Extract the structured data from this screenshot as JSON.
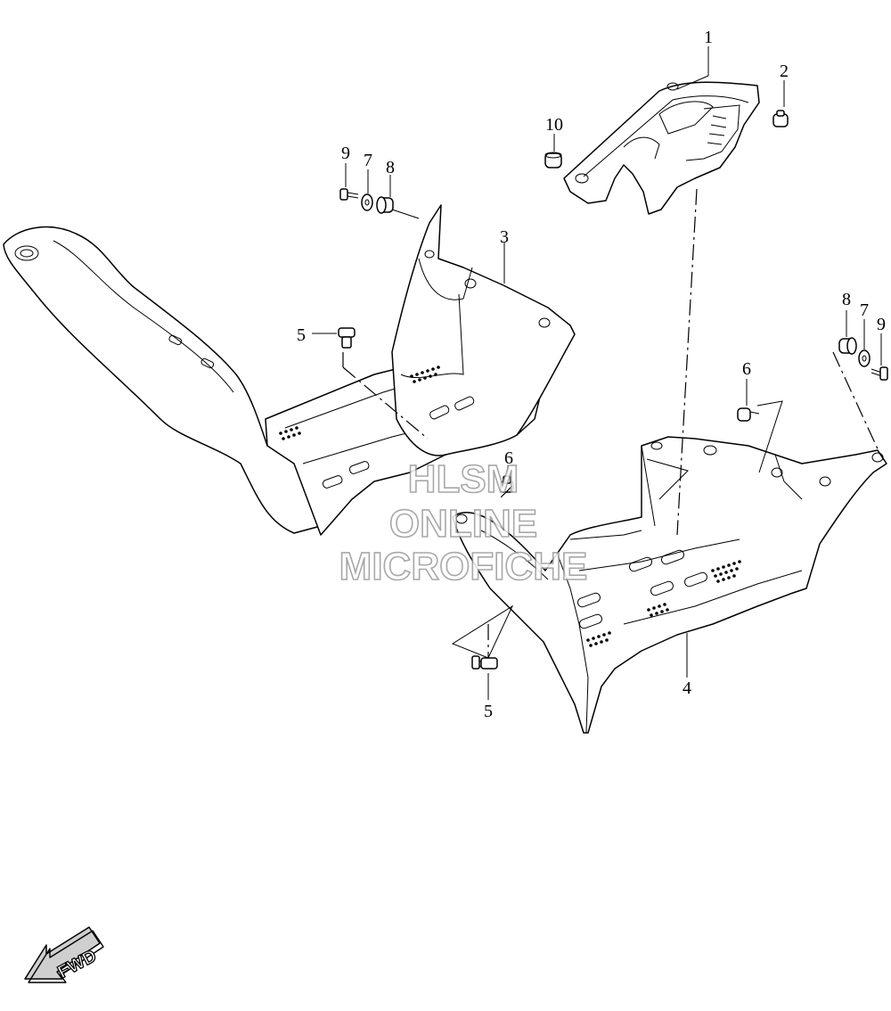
{
  "callouts": {
    "p1": "1",
    "p2": "2",
    "p3": "3",
    "p4": "4",
    "p5_left": "5",
    "p5_bottom": "5",
    "p6_center": "6",
    "p6_right": "6",
    "p7_left": "7",
    "p7_right": "7",
    "p8_left": "8",
    "p8_right": "8",
    "p9_left": "9",
    "p9_right": "9",
    "p10": "10"
  },
  "watermark": {
    "line1": "HLSM",
    "line2": "ONLINE",
    "line3": "MICROFICHE"
  },
  "direction_badge": {
    "label": "FWD"
  }
}
